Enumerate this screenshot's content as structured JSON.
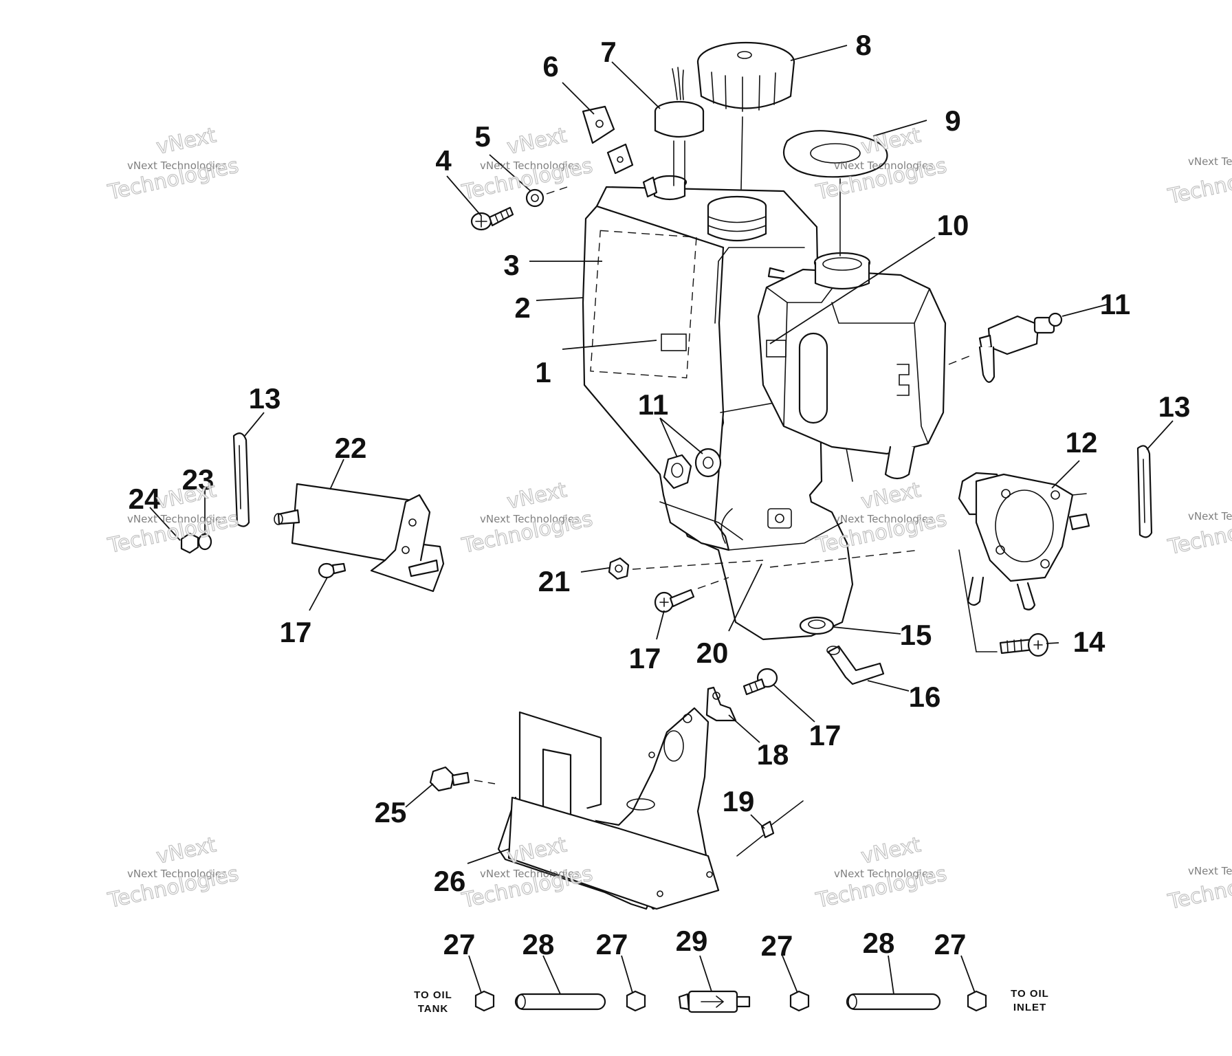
{
  "diagram": {
    "callouts": [
      {
        "id": "c1",
        "text": "1"
      },
      {
        "id": "c2",
        "text": "2"
      },
      {
        "id": "c3",
        "text": "3"
      },
      {
        "id": "c4",
        "text": "4"
      },
      {
        "id": "c5",
        "text": "5"
      },
      {
        "id": "c6",
        "text": "6"
      },
      {
        "id": "c7",
        "text": "7"
      },
      {
        "id": "c8",
        "text": "8"
      },
      {
        "id": "c9",
        "text": "9"
      },
      {
        "id": "c10",
        "text": "10"
      },
      {
        "id": "c11a",
        "text": "11"
      },
      {
        "id": "c11b",
        "text": "11"
      },
      {
        "id": "c12",
        "text": "12"
      },
      {
        "id": "c13a",
        "text": "13"
      },
      {
        "id": "c13b",
        "text": "13"
      },
      {
        "id": "c14",
        "text": "14"
      },
      {
        "id": "c15",
        "text": "15"
      },
      {
        "id": "c16",
        "text": "16"
      },
      {
        "id": "c17a",
        "text": "17"
      },
      {
        "id": "c17b",
        "text": "17"
      },
      {
        "id": "c17c",
        "text": "17"
      },
      {
        "id": "c18",
        "text": "18"
      },
      {
        "id": "c19",
        "text": "19"
      },
      {
        "id": "c20",
        "text": "20"
      },
      {
        "id": "c21",
        "text": "21"
      },
      {
        "id": "c22",
        "text": "22"
      },
      {
        "id": "c23",
        "text": "23"
      },
      {
        "id": "c24",
        "text": "24"
      },
      {
        "id": "c25",
        "text": "25"
      },
      {
        "id": "c26",
        "text": "26"
      },
      {
        "id": "c27a",
        "text": "27"
      },
      {
        "id": "c27b",
        "text": "27"
      },
      {
        "id": "c27c",
        "text": "27"
      },
      {
        "id": "c27d",
        "text": "27"
      },
      {
        "id": "c28a",
        "text": "28"
      },
      {
        "id": "c28b",
        "text": "28"
      },
      {
        "id": "c29",
        "text": "29"
      }
    ],
    "notes": {
      "to_oil_tank_line1": "TO OIL",
      "to_oil_tank_line2": "TANK",
      "to_oil_inlet_line1": "TO OIL",
      "to_oil_inlet_line2": "INLET"
    }
  },
  "watermark": {
    "brand": "vNext",
    "company": "vNext Technologies",
    "word": "Technologies"
  }
}
